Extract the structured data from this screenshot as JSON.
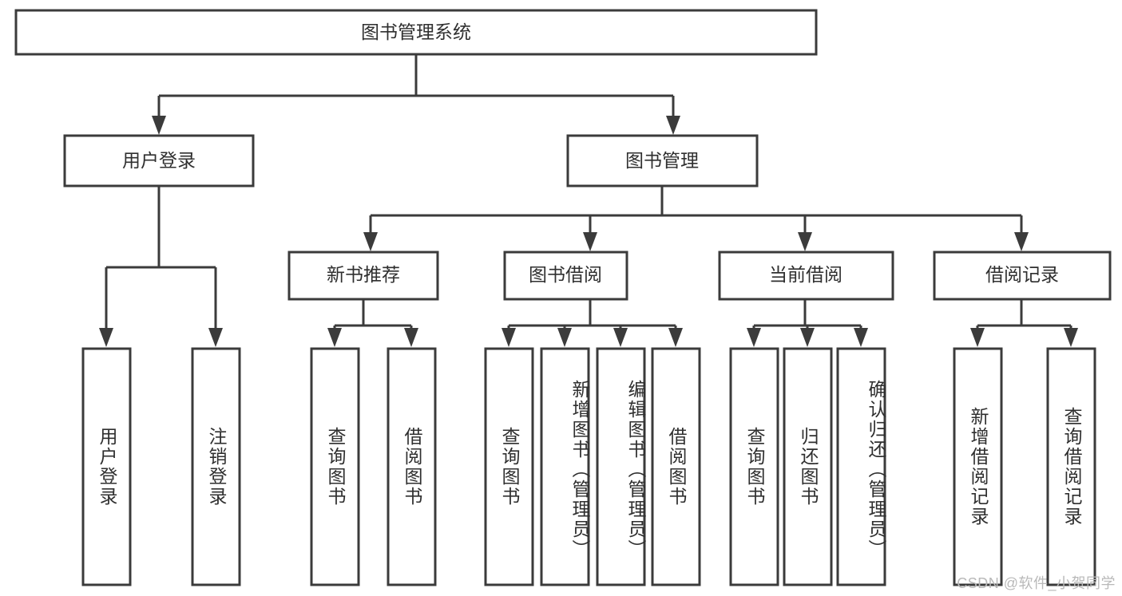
{
  "diagram": {
    "title": "图书管理系统",
    "type": "tree",
    "orientation": "top-down",
    "colors": {
      "box_stroke": "#3b3b3b",
      "box_fill": "#ffffff",
      "connector": "#3b3b3b",
      "text": "#2f2f2f",
      "background": "#ffffff",
      "watermark": "#b9b9b9"
    },
    "root": {
      "label": "图书管理系统"
    },
    "level2": [
      {
        "label": "用户登录"
      },
      {
        "label": "图书管理"
      }
    ],
    "level3": [
      {
        "label": "新书推荐"
      },
      {
        "label": "图书借阅"
      },
      {
        "label": "当前借阅"
      },
      {
        "label": "借阅记录"
      }
    ],
    "leaves": {
      "user_login": [
        {
          "label": "用户登录"
        },
        {
          "label": "注销登录"
        }
      ],
      "new_book_recommend": [
        {
          "label": "查询图书"
        },
        {
          "label": "借阅图书"
        }
      ],
      "book_borrow": [
        {
          "label": "查询图书"
        },
        {
          "label": "新增图书（管理员）"
        },
        {
          "label": "编辑图书（管理员）"
        },
        {
          "label": "借阅图书"
        }
      ],
      "current_borrow": [
        {
          "label": "查询图书"
        },
        {
          "label": "归还图书"
        },
        {
          "label": "确认归还（管理员）"
        }
      ],
      "borrow_record": [
        {
          "label": "新增借阅记录"
        },
        {
          "label": "查询借阅记录"
        }
      ]
    }
  },
  "watermark": {
    "text": "CSDN @软件_小贺同学"
  }
}
